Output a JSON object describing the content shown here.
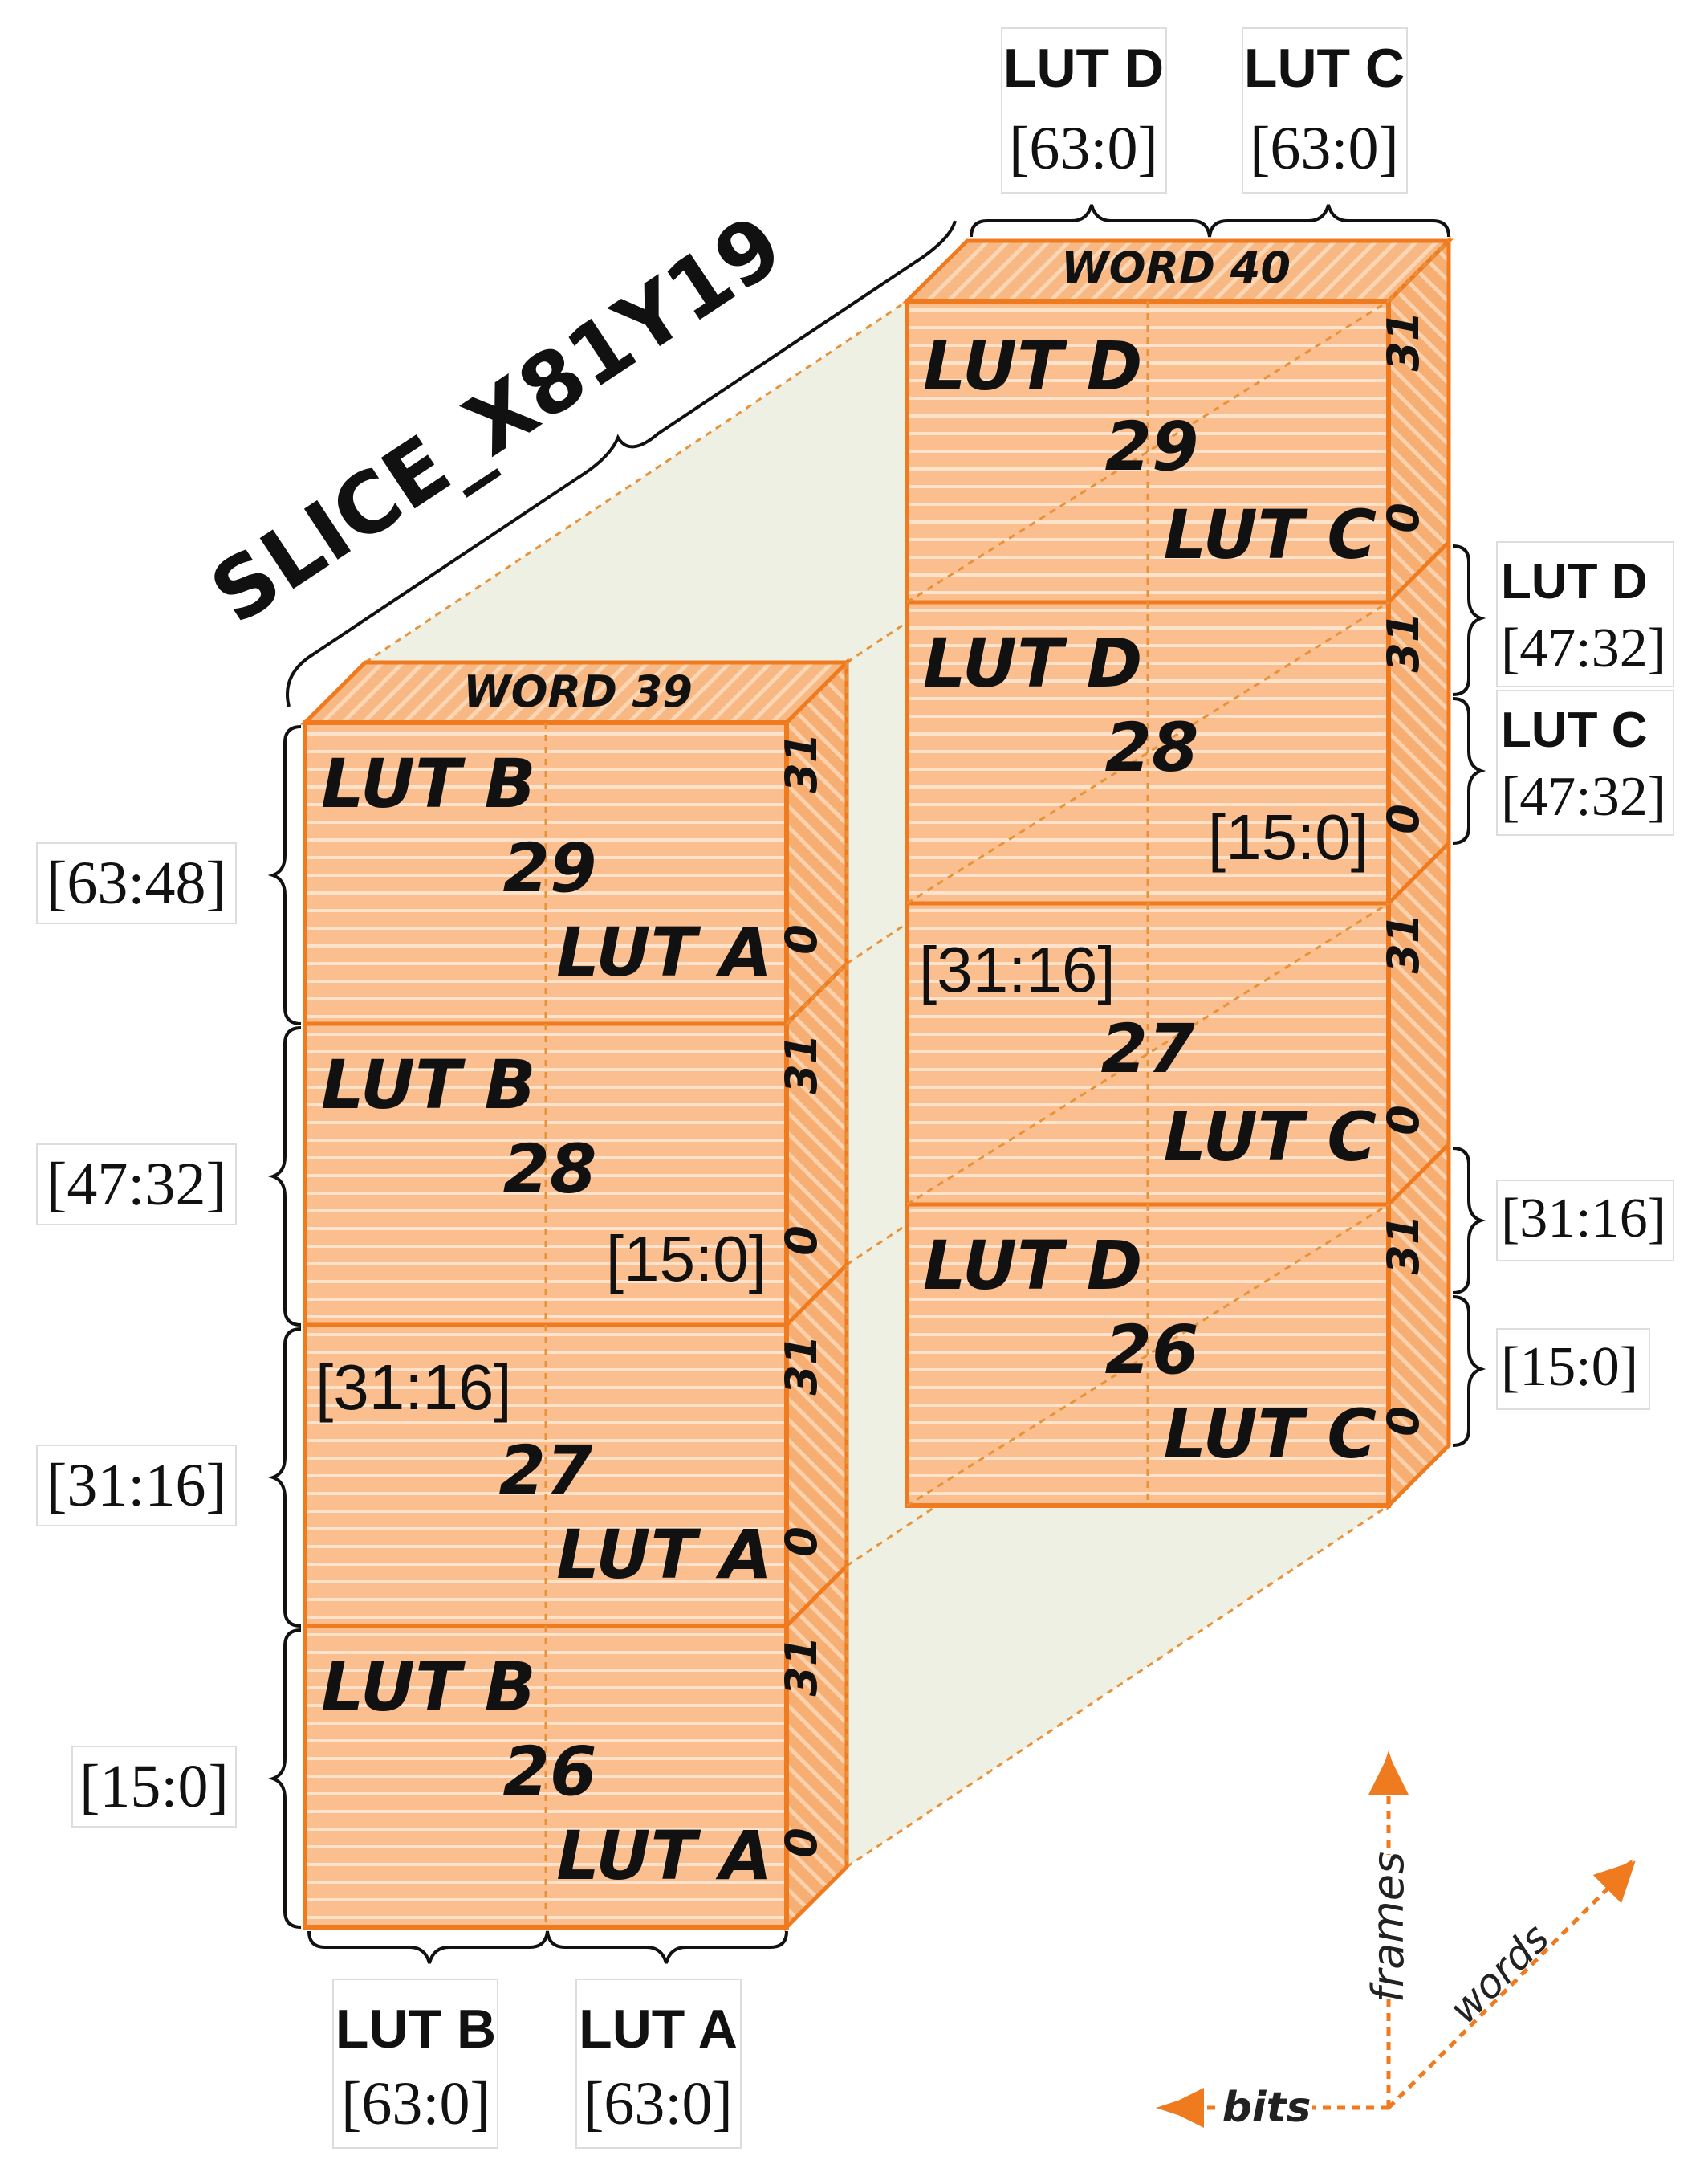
{
  "slice_name": "SLICE_X81Y19",
  "colors": {
    "cell_fill": "#fbbf8f",
    "cell_stripe": "#fde3cc",
    "border": "#f07a1e",
    "side_fill": "#f6ae72",
    "top_fill": "#f8b883",
    "shadow": "#eef0e4",
    "guide": "#e8923a"
  },
  "word39": {
    "title": "WORD  39",
    "top_brackets": {
      "left": "LUT B",
      "left_range": "[63:0]",
      "right": "LUT A",
      "right_range": "[63:0]"
    },
    "rows": [
      {
        "frame": "29",
        "top": "LUT B",
        "bottom": "LUT A",
        "bit_hi": "31",
        "bit_lo": "0",
        "side_label": "[63:48]"
      },
      {
        "frame": "28",
        "top": "LUT B",
        "bottom": "[15:0]",
        "bit_hi": "31",
        "bit_lo": "0",
        "side_label": "[47:32]"
      },
      {
        "frame": "27",
        "top": "[31:16]",
        "bottom": "LUT A",
        "bit_hi": "31",
        "bit_lo": "0",
        "side_label": "[31:16]"
      },
      {
        "frame": "26",
        "top": "LUT B",
        "bottom": "LUT A",
        "bit_hi": "31",
        "bit_lo": "0",
        "side_label": "[15:0]"
      }
    ]
  },
  "word40": {
    "title": "WORD  40",
    "top_brackets": {
      "left": "LUT D",
      "left_range": "[63:0]",
      "right": "LUT C",
      "right_range": "[63:0]"
    },
    "rows": [
      {
        "frame": "29",
        "top": "LUT D",
        "bottom": "LUT C",
        "bit_hi": "31",
        "bit_lo": "0"
      },
      {
        "frame": "28",
        "top": "LUT D",
        "bottom": "[15:0]",
        "bit_hi": "31",
        "bit_lo": "0"
      },
      {
        "frame": "27",
        "top": "[31:16]",
        "bottom": "LUT C",
        "bit_hi": "31",
        "bit_lo": "0"
      },
      {
        "frame": "26",
        "top": "LUT D",
        "bottom": "LUT C",
        "bit_hi": "31",
        "bit_lo": "0"
      }
    ],
    "right_labels": {
      "lut_d": "LUT  D",
      "lut_d_range": "[47:32]",
      "lut_c": "LUT  C",
      "lut_c_range": "[47:32]",
      "r3116": "[31:16]",
      "r150": "[15:0]"
    }
  },
  "axes": {
    "frames": "frames",
    "words": "words",
    "bits": "bits"
  }
}
